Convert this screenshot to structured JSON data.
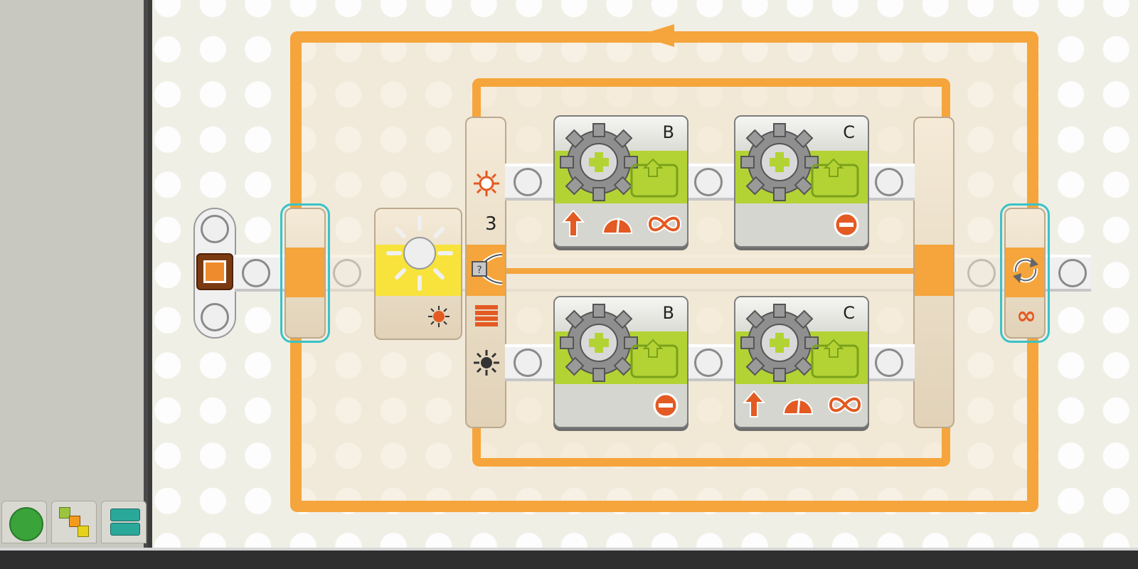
{
  "left_panel": {
    "tabs": [
      {
        "name": "common-palette",
        "color": "#3aa33a"
      },
      {
        "name": "complete-palette",
        "colors": [
          "#9bc53d",
          "#f39a1f",
          "#e6d21a"
        ]
      },
      {
        "name": "custom-palette",
        "color": "#2aa89a"
      }
    ]
  },
  "loop": {
    "color": "#f5a53c",
    "control_icon": "loop-forever-icon",
    "control_symbol": "∞"
  },
  "switch": {
    "sensor_port": "3",
    "upper_condition_icon": "light-bright-icon",
    "lower_condition_icon": "light-dark-icon"
  },
  "motor_blocks": {
    "upper_b": {
      "port": "B",
      "controls": [
        "direction-up-icon",
        "power-icon",
        "duration-unlimited-icon"
      ]
    },
    "upper_c": {
      "port": "C",
      "controls": [
        "stop-icon"
      ]
    },
    "lower_b": {
      "port": "B",
      "controls": [
        "stop-icon"
      ]
    },
    "lower_c": {
      "port": "C",
      "controls": [
        "direction-up-icon",
        "power-icon",
        "duration-unlimited-icon"
      ]
    }
  },
  "light_sensor": {
    "icon": "light-sensor-icon",
    "accent": "#f7e33c"
  }
}
